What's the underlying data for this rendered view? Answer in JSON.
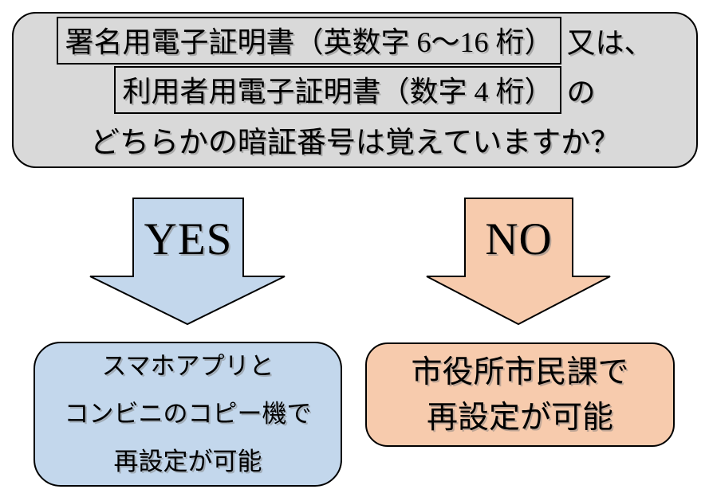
{
  "question_box": {
    "line1_boxed": "署名用電子証明書（英数字 6～16 桁）",
    "line1_suffix": "又は、",
    "line2_boxed": "利用者用電子証明書（数字 4 桁）",
    "line2_suffix": "の",
    "line3": "どちらかの暗証番号は覚えていますか？"
  },
  "yes_branch": {
    "arrow_label": "YES",
    "result_lines": [
      "スマホアプリと",
      "コンビニのコピー機で",
      "再設定が可能"
    ]
  },
  "no_branch": {
    "arrow_label": "NO",
    "result_lines": [
      "市役所市民課で",
      "再設定が可能"
    ]
  },
  "colors": {
    "question_fill": "#d9d9d9",
    "yes_fill": "#c3d7ec",
    "no_fill": "#f7cbad",
    "outline": "#000000"
  }
}
